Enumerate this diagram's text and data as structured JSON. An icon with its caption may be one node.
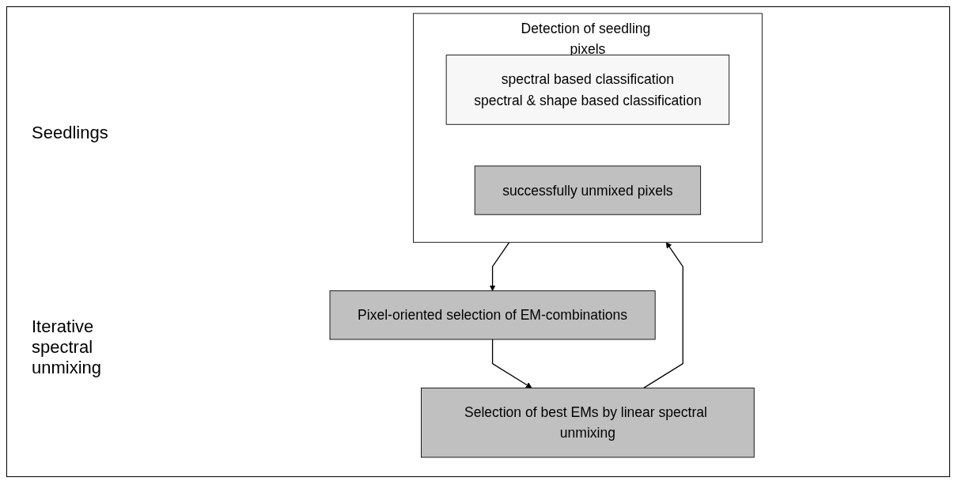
{
  "diagram": {
    "nodes": [
      {
        "text": [
          "Detection of seedling pixels"
        ]
      },
      {
        "text": [
          "spectral based classification",
          "spectral & shape based classification"
        ],
        "in": 0
      },
      {
        "text": [
          "successfully unmixed pixels"
        ],
        "in": 0
      },
      {
        "text": [
          "Pixel-oriented selection of EM-combinations"
        ]
      },
      {
        "text": [
          "Selection of best EMs by linear spectral unmixing"
        ]
      }
    ],
    "edges": [
      {
        "from": 0,
        "to": 3,
        "arrow": "to"
      },
      {
        "from": 3,
        "to": 4,
        "arrow": "to"
      },
      {
        "from": 4,
        "to": 0,
        "arrow": "to"
      }
    ],
    "labels": [
      "Seedlings",
      "Iterative spectral unmixing"
    ]
  }
}
